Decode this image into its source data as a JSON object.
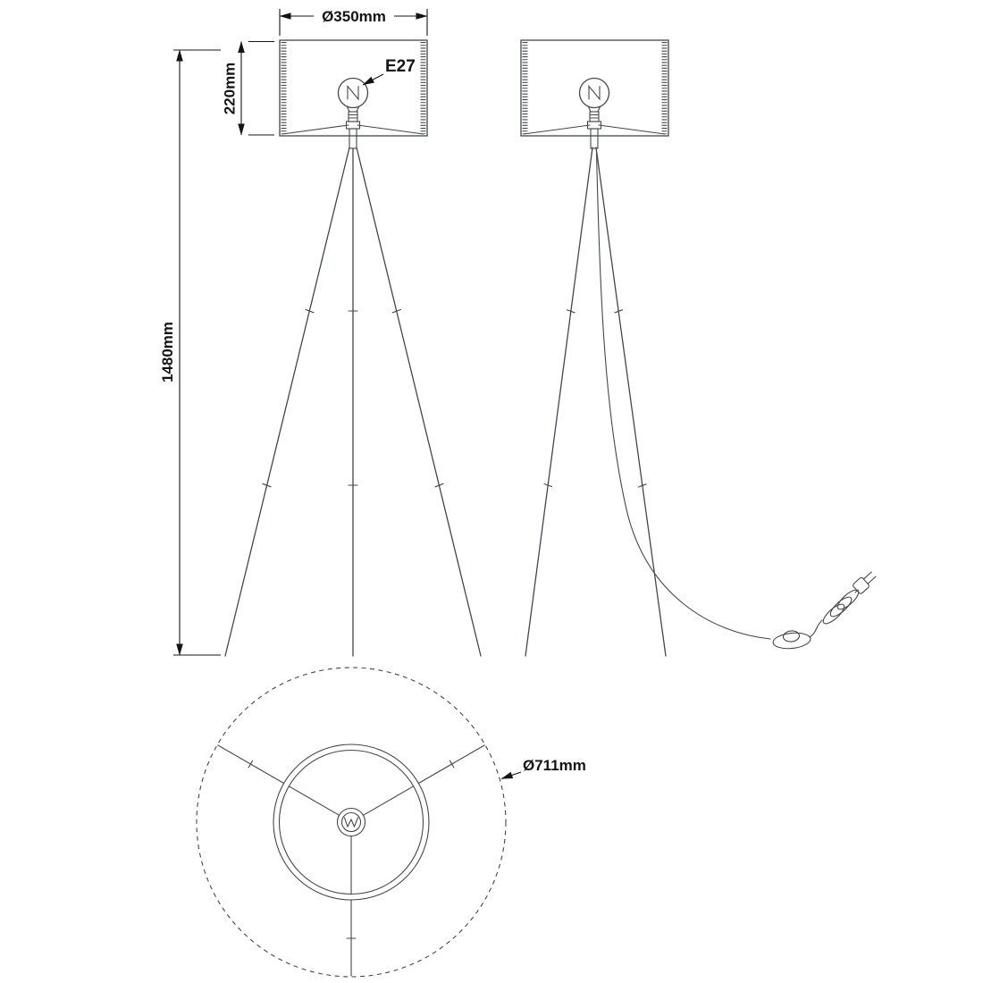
{
  "diagram": {
    "subject": "tripod-floor-lamp-dimension-drawing",
    "labels": {
      "shade_diameter": "Ø350mm",
      "shade_height": "220mm",
      "socket_type": "E27",
      "total_height": "1480mm",
      "footprint_diameter": "Ø711mm"
    },
    "colors": {
      "background": "#ffffff",
      "line": "#43474b",
      "text": "#141414"
    }
  }
}
